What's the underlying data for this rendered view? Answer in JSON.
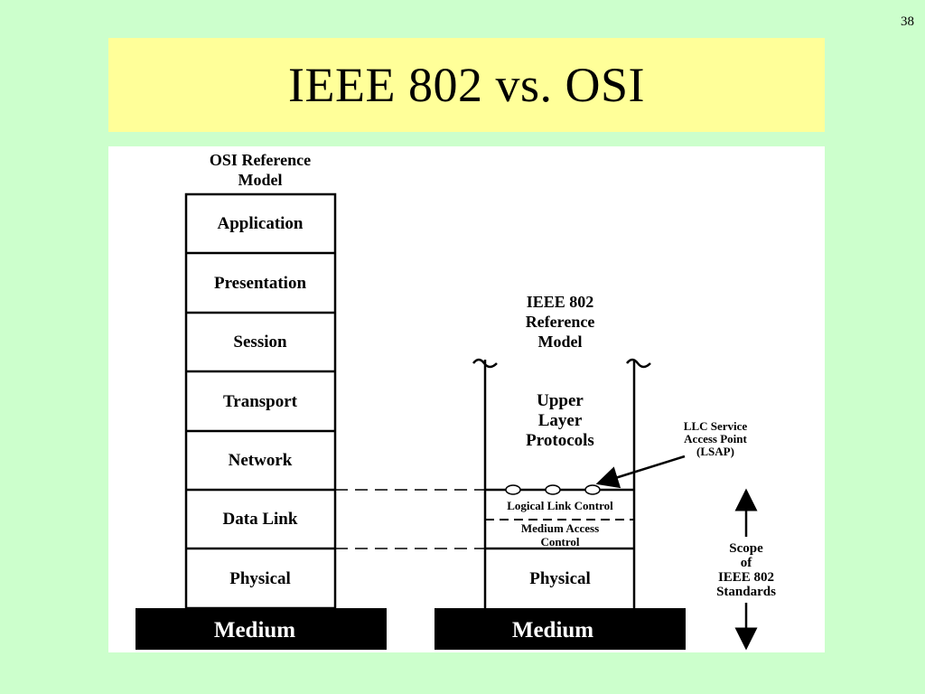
{
  "page_number": "38",
  "title": "IEEE 802 vs. OSI",
  "osi": {
    "heading": [
      "OSI Reference",
      "Model"
    ],
    "layers": [
      "Application",
      "Presentation",
      "Session",
      "Transport",
      "Network",
      "Data Link",
      "Physical"
    ],
    "medium": "Medium"
  },
  "ieee": {
    "heading": [
      "IEEE 802",
      "Reference",
      "Model"
    ],
    "upper": [
      "Upper",
      "Layer",
      "Protocols"
    ],
    "llc": "Logical Link Control",
    "mac": [
      "Medium Access",
      "Control"
    ],
    "physical": "Physical",
    "medium": "Medium"
  },
  "lsap_label": [
    "LLC Service",
    "Access Point",
    "(LSAP)"
  ],
  "scope_label": [
    "Scope",
    "of",
    "IEEE 802",
    "Standards"
  ]
}
